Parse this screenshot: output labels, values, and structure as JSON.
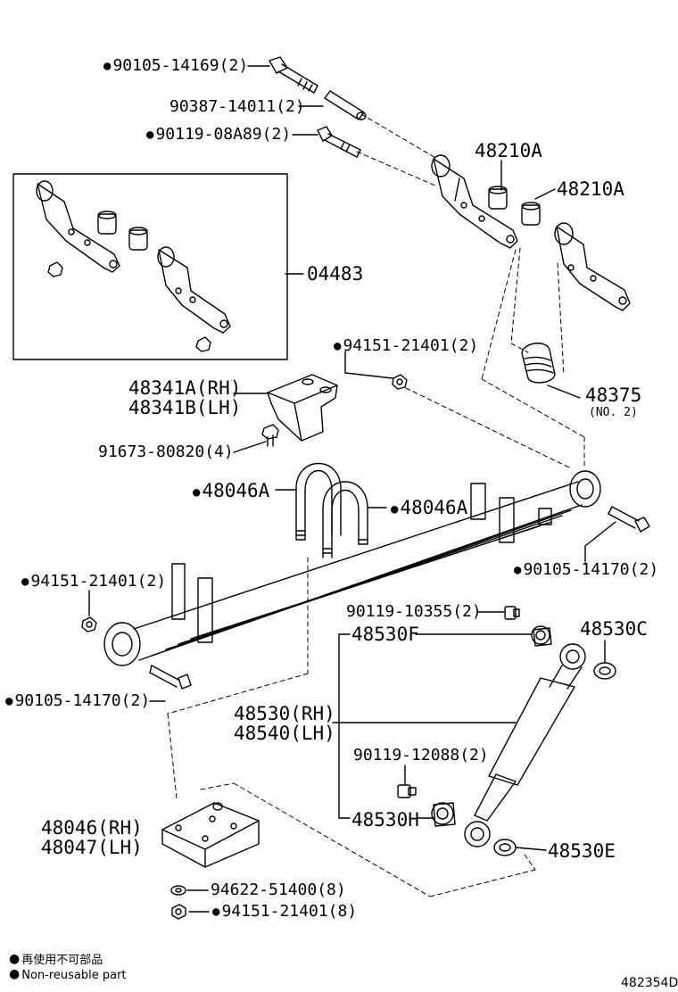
{
  "labels": {
    "bolt_top": "90105-14169(2)",
    "bush_top": "90387-14011(2)",
    "bolt_top2": "90119-08A89(2)",
    "shackle_a1": "48210A",
    "shackle_a2": "48210A",
    "kit": "04483",
    "nut_a": "94151-21401(2)",
    "bumper": "48375",
    "bumper_no": "(NO. 2)",
    "bracket_rh": "48341A(RH)",
    "bracket_lh": "48341B(LH)",
    "bracket_bolt": "91673-80820(4)",
    "ubolt_1": "48046A",
    "ubolt_2": "48046A",
    "bolt_rear": "90105-14170(2)",
    "nut_b": "94151-21401(2)",
    "bolt_front": "90105-14170(2)",
    "shock_bolt_top": "90119-10355(2)",
    "cushion_f": "48530F",
    "retainer_c": "48530C",
    "absorber_rh": "48530(RH)",
    "absorber_lh": "48540(LH)",
    "shock_bolt_bot": "90119-12088(2)",
    "cushion_h": "48530H",
    "retainer_e": "48530E",
    "seat_rh": "48046(RH)",
    "seat_lh": "48047(LH)",
    "washer": "94622-51400(8)",
    "nut_c": "94151-21401(8)"
  },
  "legend": {
    "line1": "再使用不可部品",
    "line2": "Non-reusable part"
  },
  "diagram_id": "482354D"
}
